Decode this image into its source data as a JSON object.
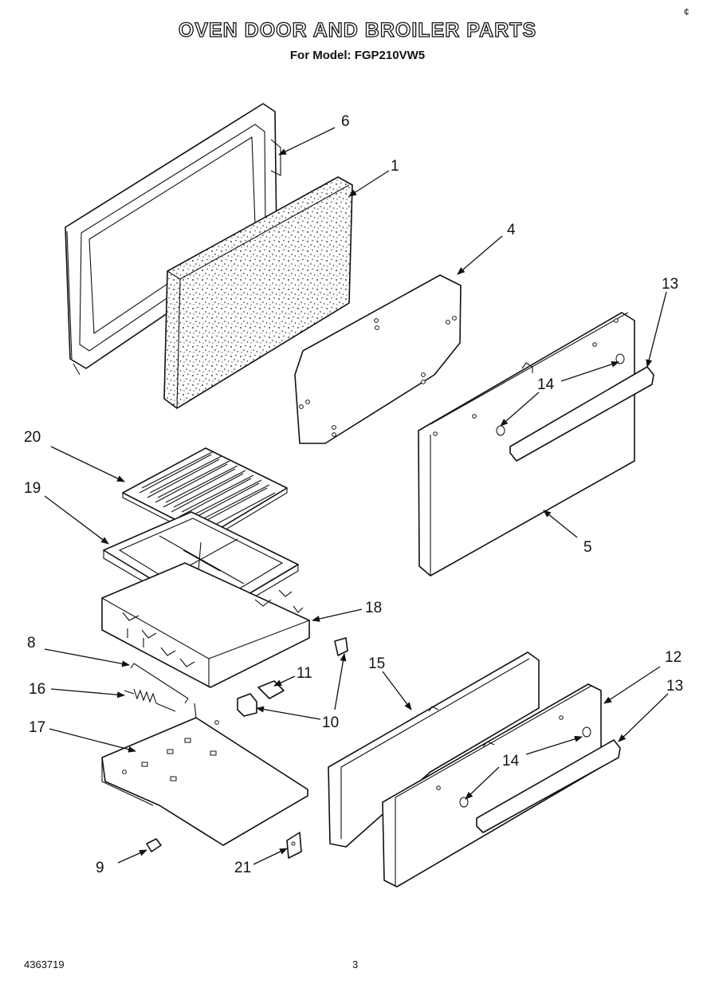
{
  "header": {
    "title": "OVEN DOOR AND BROILER PARTS",
    "subtitle": "For Model: FGP210VW5",
    "corner_mark": "¢"
  },
  "footer": {
    "doc_number": "4363719",
    "page_number": "3"
  },
  "callouts": {
    "p1": "1",
    "p4": "4",
    "p5": "5",
    "p6": "6",
    "p8": "8",
    "p9": "9",
    "p10": "10",
    "p11": "11",
    "p12": "12",
    "p13a": "13",
    "p13b": "13",
    "p14a": "14",
    "p14b": "14",
    "p15": "15",
    "p16": "16",
    "p17": "17",
    "p18": "18",
    "p19": "19",
    "p20": "20",
    "p21": "21"
  }
}
